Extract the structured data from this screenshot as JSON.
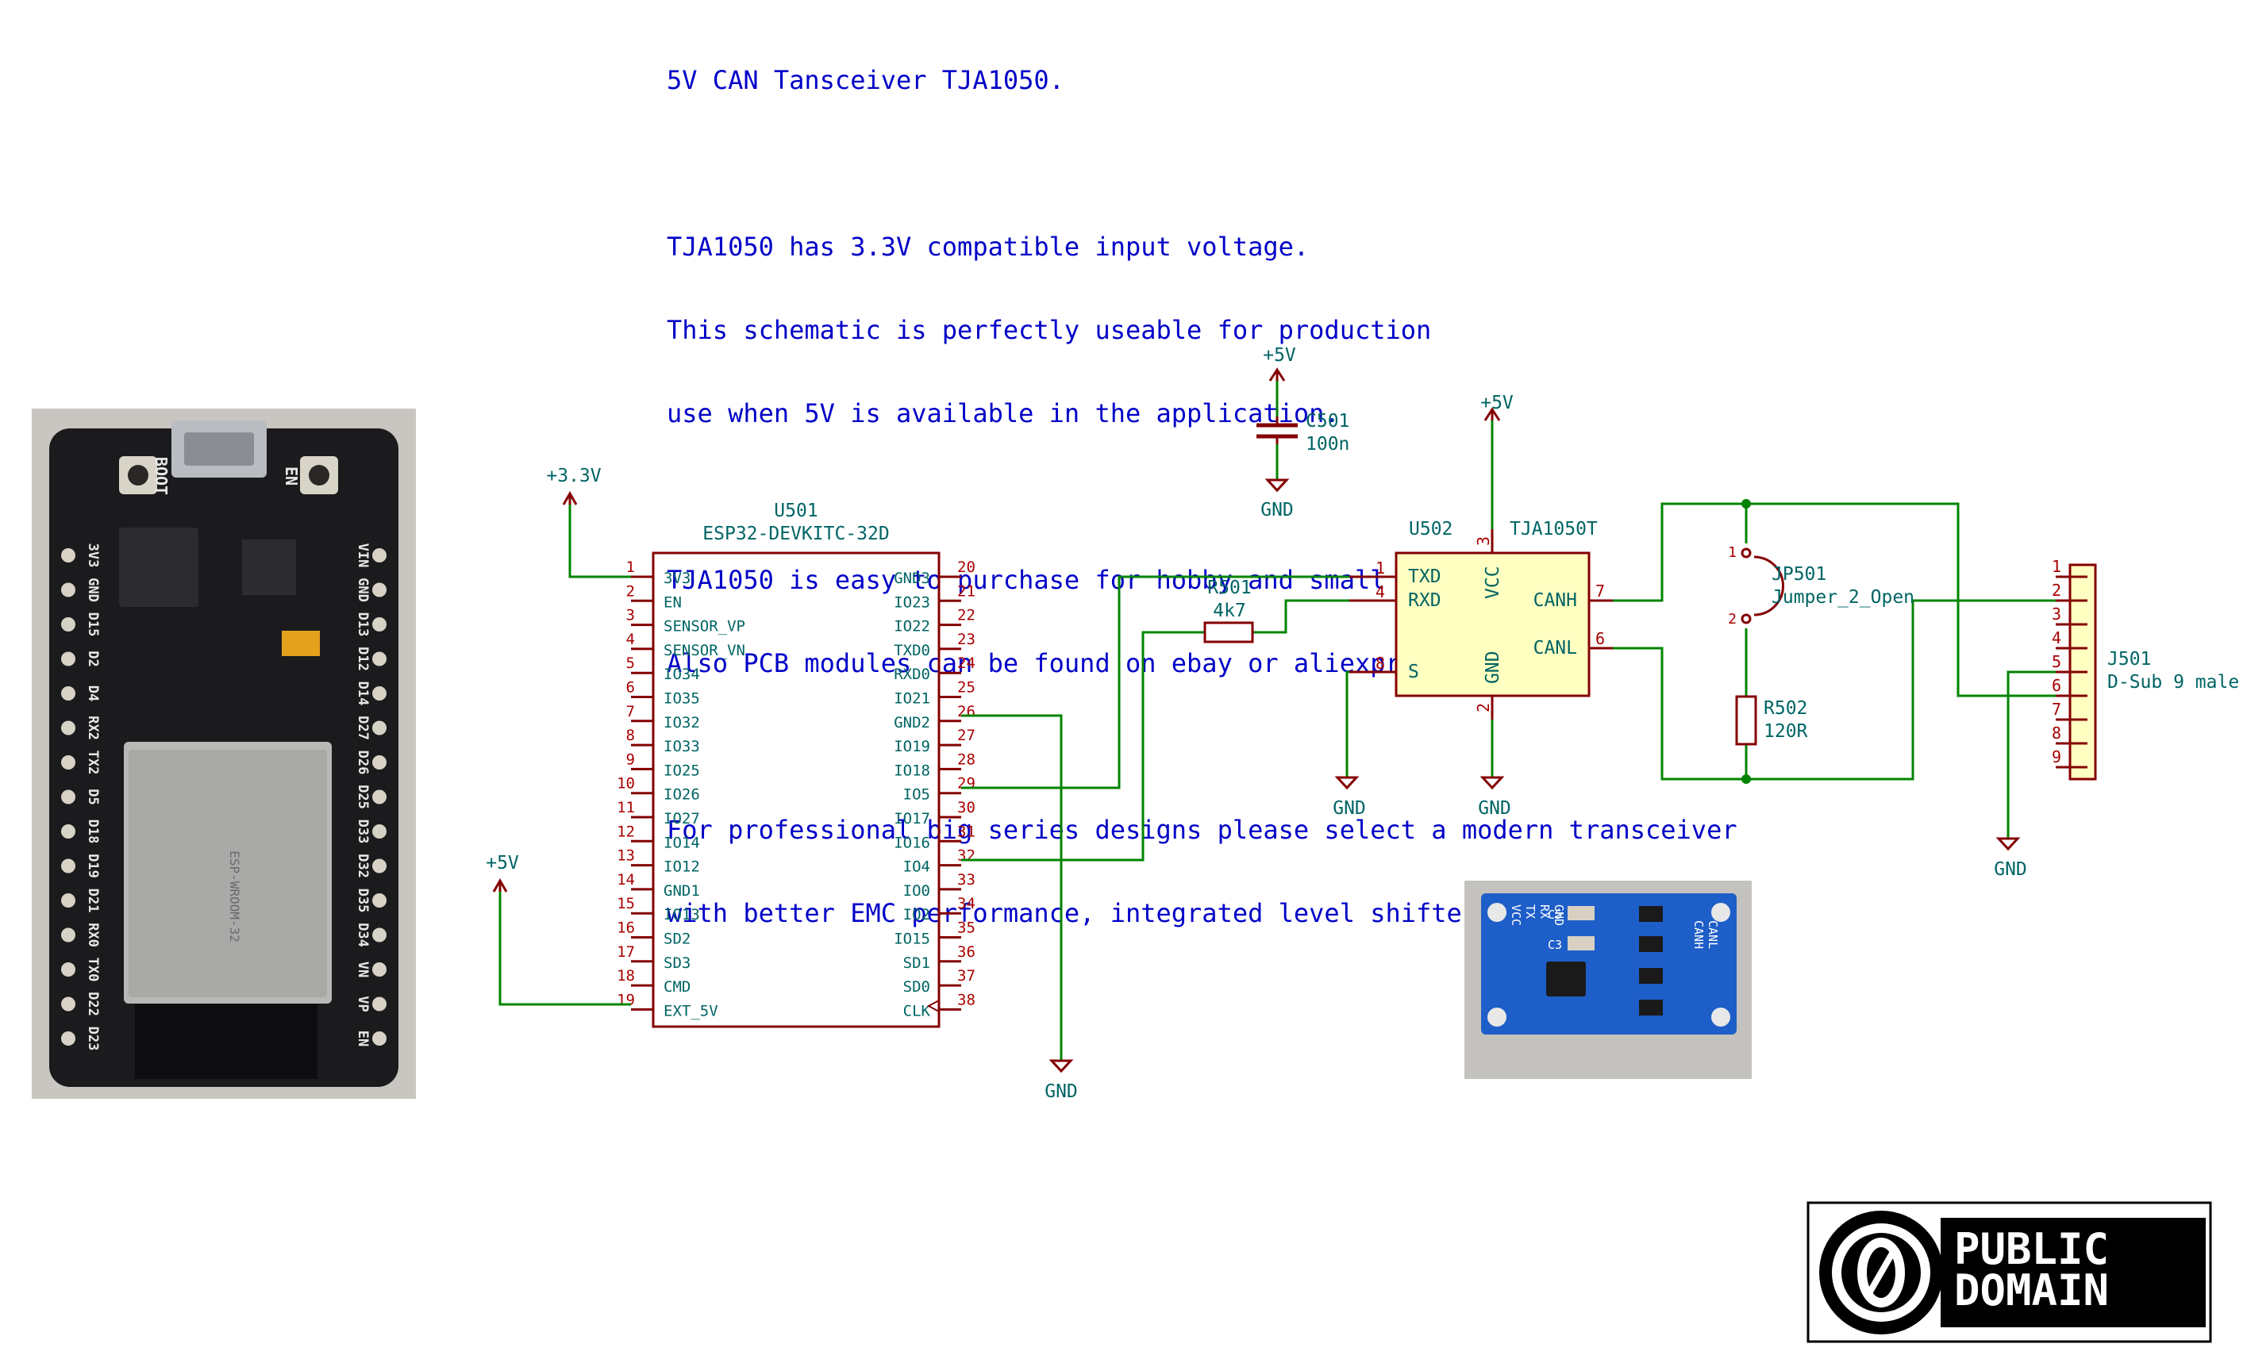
{
  "note_lines": [
    "5V CAN Tansceiver TJA1050.",
    "",
    "TJA1050 has 3.3V compatible input voltage.",
    "This schematic is perfectly useable for production",
    "use when 5V is available in the application.",
    "",
    "TJA1050 is easy to purchase for hobby and small series.",
    "Also PCB modules can be found on ebay or aliexpress.",
    "",
    "For professional big series designs please select a modern transceiver",
    "with better EMC performance, integrated level shifter, etc."
  ],
  "u501": {
    "ref": "U501",
    "value": "ESP32-DEVKITC-32D",
    "left_pins": [
      {
        "num": "1",
        "name": "3V3"
      },
      {
        "num": "2",
        "name": "EN"
      },
      {
        "num": "3",
        "name": "SENSOR_VP"
      },
      {
        "num": "4",
        "name": "SENSOR_VN"
      },
      {
        "num": "5",
        "name": "IO34"
      },
      {
        "num": "6",
        "name": "IO35"
      },
      {
        "num": "7",
        "name": "IO32"
      },
      {
        "num": "8",
        "name": "IO33"
      },
      {
        "num": "9",
        "name": "IO25"
      },
      {
        "num": "10",
        "name": "IO26"
      },
      {
        "num": "11",
        "name": "IO27"
      },
      {
        "num": "12",
        "name": "IO14"
      },
      {
        "num": "13",
        "name": "IO12"
      },
      {
        "num": "14",
        "name": "GND1"
      },
      {
        "num": "15",
        "name": "IO13"
      },
      {
        "num": "16",
        "name": "SD2"
      },
      {
        "num": "17",
        "name": "SD3"
      },
      {
        "num": "18",
        "name": "CMD"
      },
      {
        "num": "19",
        "name": "EXT_5V"
      }
    ],
    "right_pins": [
      {
        "num": "20",
        "name": "GND3"
      },
      {
        "num": "21",
        "name": "IO23"
      },
      {
        "num": "22",
        "name": "IO22"
      },
      {
        "num": "23",
        "name": "TXD0"
      },
      {
        "num": "24",
        "name": "RXD0"
      },
      {
        "num": "25",
        "name": "IO21"
      },
      {
        "num": "26",
        "name": "GND2"
      },
      {
        "num": "27",
        "name": "IO19"
      },
      {
        "num": "28",
        "name": "IO18"
      },
      {
        "num": "29",
        "name": "IO5"
      },
      {
        "num": "30",
        "name": "IO17"
      },
      {
        "num": "31",
        "name": "IO16"
      },
      {
        "num": "32",
        "name": "IO4"
      },
      {
        "num": "33",
        "name": "IO0"
      },
      {
        "num": "34",
        "name": "IO2"
      },
      {
        "num": "35",
        "name": "IO15"
      },
      {
        "num": "36",
        "name": "SD1"
      },
      {
        "num": "37",
        "name": "SD0"
      },
      {
        "num": "38",
        "name": "CLK"
      }
    ]
  },
  "u502": {
    "ref": "U502",
    "value": "TJA1050T",
    "pins": {
      "txd": {
        "num": "1",
        "name": "TXD"
      },
      "rxd": {
        "num": "4",
        "name": "RXD"
      },
      "s": {
        "num": "8",
        "name": "S"
      },
      "vcc": {
        "num": "3",
        "name": "VCC"
      },
      "gnd": {
        "num": "2",
        "name": "GND"
      },
      "canh": {
        "num": "7",
        "name": "CANH"
      },
      "canl": {
        "num": "6",
        "name": "CANL"
      }
    }
  },
  "c501": {
    "ref": "C501",
    "value": "100n"
  },
  "r501": {
    "ref": "R501",
    "value": "4k7"
  },
  "r502": {
    "ref": "R502",
    "value": "120R"
  },
  "jp501": {
    "ref": "JP501",
    "value": "Jumper_2_Open",
    "pin1": "1",
    "pin2": "2"
  },
  "j501": {
    "ref": "J501",
    "value": "D-Sub 9 male",
    "pins": [
      "1",
      "2",
      "3",
      "4",
      "5",
      "6",
      "7",
      "8",
      "9"
    ]
  },
  "power": {
    "p3v3": "+3.3V",
    "p5v_ext": "+5V",
    "p5v_cap": "+5V",
    "p5v_vcc": "+5V",
    "gnd_cap": "GND",
    "gnd_esp": "GND",
    "gnd_s": "GND",
    "gnd_u502": "GND",
    "gnd_dsub": "GND"
  },
  "photo_esp32": {
    "silk_boot": "BOOT",
    "silk_en": "EN",
    "left_header": [
      "3V3",
      "GND",
      "D15",
      "D2",
      "D4",
      "RX2",
      "TX2",
      "D5",
      "D18",
      "D19",
      "D21",
      "RX0",
      "TX0",
      "D22",
      "D23"
    ],
    "right_header": [
      "VIN",
      "GND",
      "D13",
      "D12",
      "D14",
      "D27",
      "D26",
      "D25",
      "D33",
      "D32",
      "D35",
      "D34",
      "VN",
      "VP",
      "EN"
    ],
    "module_label": "ESP-WROOM-32"
  },
  "photo_can": {
    "pins": [
      "VCC",
      "TX",
      "RX",
      "GND"
    ],
    "out_pins": [
      "CANH",
      "CANL"
    ],
    "silk_c5": "C5",
    "silk_c3": "C3"
  },
  "pd_logo": {
    "line1": "PUBLIC",
    "line2": "DOMAIN"
  },
  "colors": {
    "note": "#0000c8",
    "component_outline": "#840000",
    "component_fill": "#ffffc2",
    "wire": "#008400",
    "label": "#006464",
    "pin_number": "#a90000"
  }
}
